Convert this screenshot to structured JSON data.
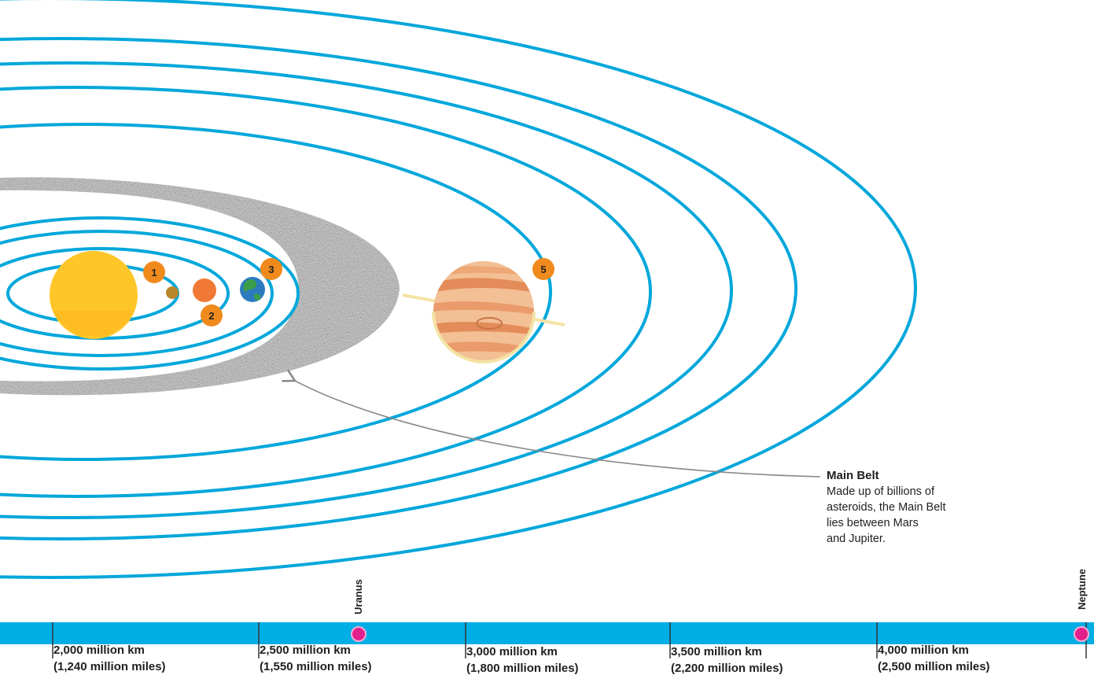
{
  "colors": {
    "orbit": "#00a7db",
    "scale_bar": "#00aee6",
    "belt": "#a9a9a9",
    "sun": "#ffc629",
    "badge": "#f08a1d",
    "marker": "#e2208b",
    "arrow": "#888888"
  },
  "badges": [
    "1",
    "2",
    "3",
    "5"
  ],
  "annotation": {
    "title": "Main Belt",
    "lines": [
      "Made up of billions of",
      "asteroids, the Main Belt",
      "lies between Mars",
      "and Jupiter."
    ]
  },
  "scale": {
    "ticks": [
      {
        "km": "2,000 million km",
        "miles": "(1,240 million miles)"
      },
      {
        "km": "2,500 million km",
        "miles": "(1,550 million miles)"
      },
      {
        "km": "3,000 million km",
        "miles": "(1,800 million miles)"
      },
      {
        "km": "3,500 million km",
        "miles": "(2,200 million miles)"
      },
      {
        "km": "4,000 million km",
        "miles": "(2,500 million miles)"
      }
    ],
    "markers": [
      {
        "name": "Uranus"
      },
      {
        "name": "Neptune"
      }
    ]
  }
}
